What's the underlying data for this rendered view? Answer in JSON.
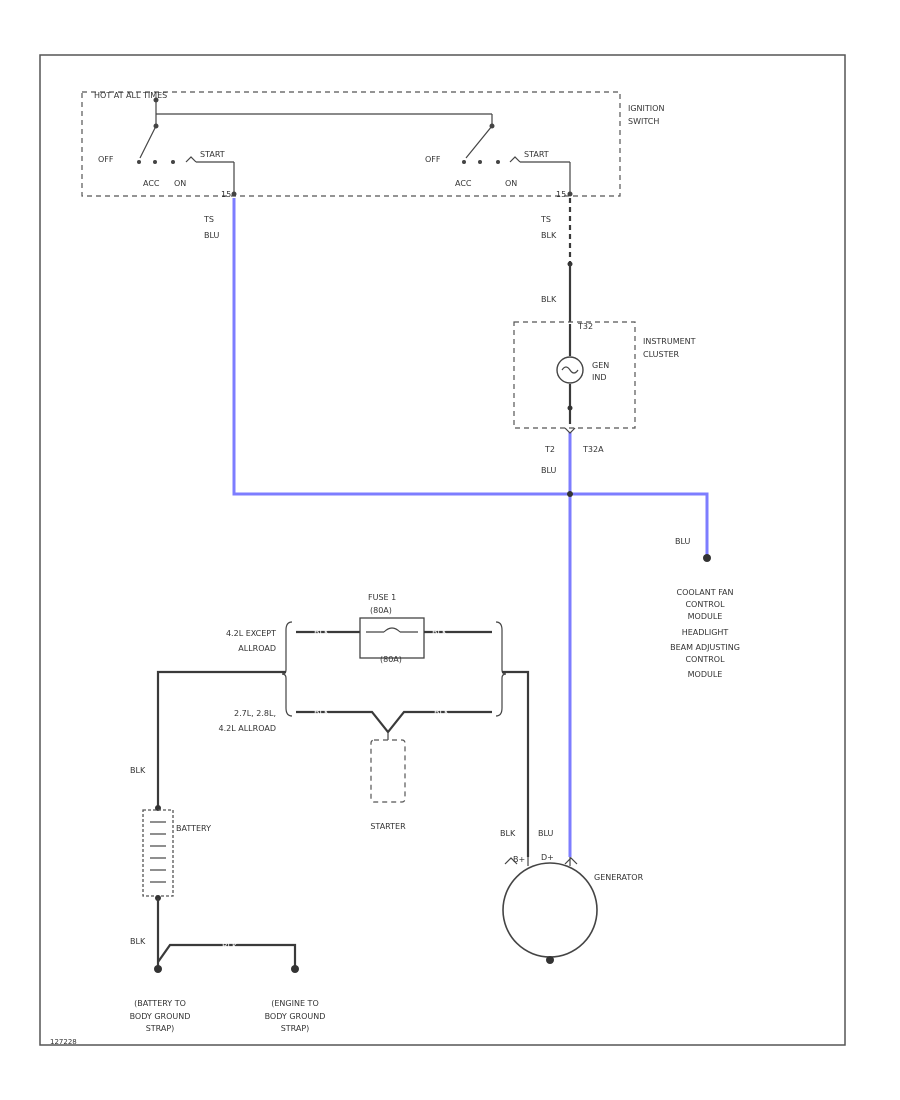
{
  "colors": {
    "blue_wire": "#7d7dff",
    "black_wire": "#3a3a3a",
    "border": "#555555"
  },
  "diagram": {
    "figure_id": "127228",
    "ignition": {
      "hot_label": "HOT AT ALL TIMES",
      "title_line1": "IGNITION",
      "title_line2": "SWITCH",
      "off": "OFF",
      "acc": "ACC",
      "on": "ON",
      "start": "START",
      "left_pin": "15",
      "right_pin": "15",
      "left_conn": "TS",
      "right_conn": "TS",
      "left_wire": "BLU",
      "right_wire": "BLK"
    },
    "cluster": {
      "title_line1": "INSTRUMENT",
      "title_line2": "CLUSTER",
      "top_pin": "T32",
      "lamp_line1": "GEN",
      "lamp_line2": "IND",
      "wire_top": "BLK",
      "bottom_pin_left": "T2",
      "bottom_pin_right": "T32A",
      "wire_bottom": "BLU"
    },
    "module": {
      "wire": "BLU",
      "lines": [
        "COOLANT FAN",
        "CONTROL",
        "MODULE",
        "HEADLIGHT",
        "BEAM ADJUSTING",
        "CONTROL",
        "MODULE"
      ]
    },
    "fuse": {
      "title_line1": "FUSE 1",
      "title_line2": "(80A)",
      "rating": "(80A)",
      "wire_left": "BLK",
      "wire_right": "BLK"
    },
    "variants": {
      "a_line1": "4.2L EXCEPT",
      "a_line2": "ALLROAD",
      "b_line1": "2.7L, 2.8L,",
      "b_line2": "4.2L ALLROAD",
      "b_wire_left": "BLK",
      "b_wire_right": "BLK"
    },
    "starter": "STARTER",
    "battery": {
      "label": "BATTERY",
      "wire_top": "BLK",
      "wire_bottom": "BLK"
    },
    "generator": {
      "label": "GENERATOR",
      "wire_left": "BLK",
      "wire_right": "BLU",
      "pin_left": "B+",
      "pin_right": "D+"
    },
    "ground_wire": "BLK",
    "ground1": [
      "(BATTERY TO",
      "BODY GROUND",
      "STRAP)"
    ],
    "ground2": [
      "(ENGINE TO",
      "BODY GROUND",
      "STRAP)"
    ]
  }
}
